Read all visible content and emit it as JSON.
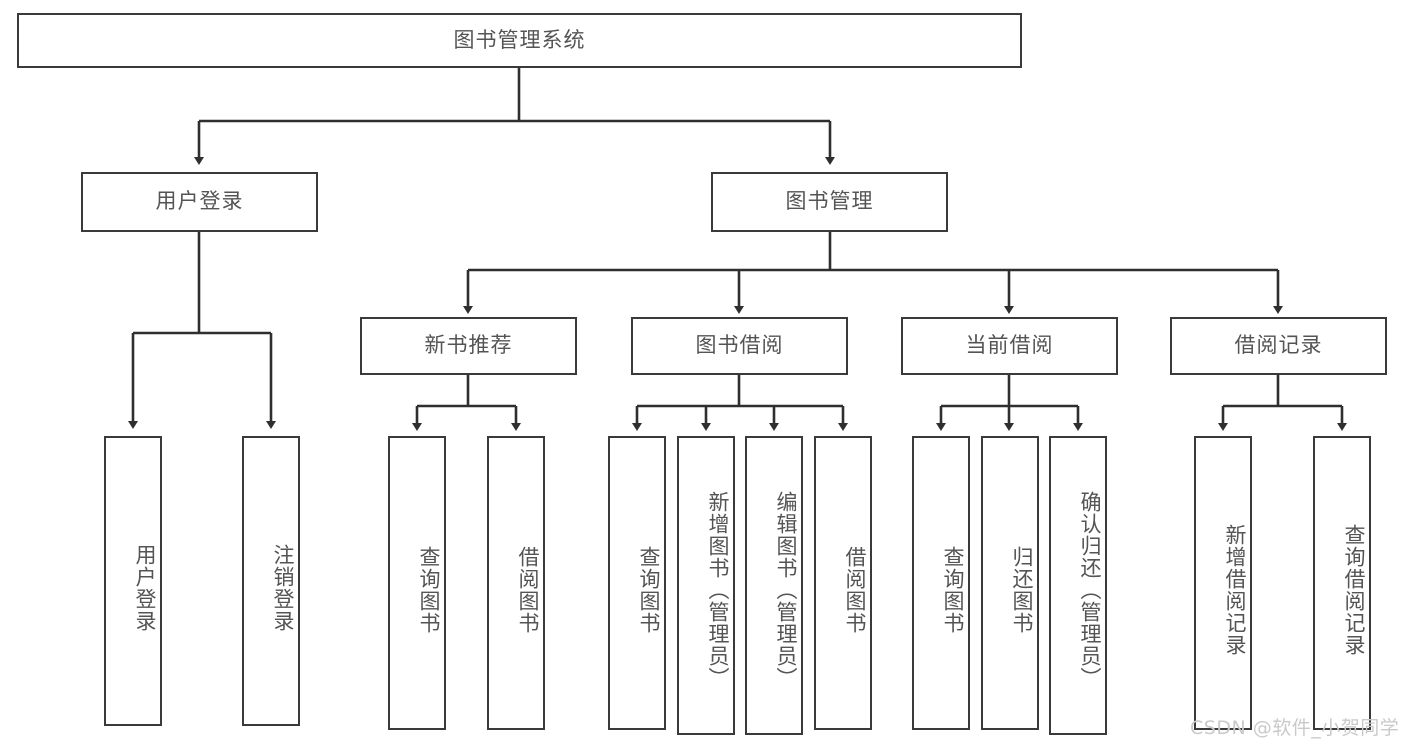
{
  "diagram": {
    "title": "图书管理系统",
    "watermark": "CSDN @软件_小贺同学",
    "line_color": "#3a3a3a",
    "text_color": "#545454",
    "background": "#ffffff",
    "nodes": {
      "root": "图书管理系统",
      "level1": {
        "user_login": "用户登录",
        "book_management": "图书管理"
      },
      "level2": {
        "new_book_recommend": "新书推荐",
        "book_borrow": "图书借阅",
        "current_borrow": "当前借阅",
        "borrow_record": "借阅记录"
      },
      "leaves": {
        "user_login_leaf": "用户登录",
        "logout_leaf": "注销登录",
        "rec_query_book": "查询图书",
        "rec_borrow_book": "借阅图书",
        "borrow_query_book": "查询图书",
        "borrow_add_book": "新增图书（管理员）",
        "borrow_edit_book": "编辑图书（管理员）",
        "borrow_borrow_book": "借阅图书",
        "current_query_book": "查询图书",
        "current_return_book": "归还图书",
        "current_confirm_return": "确认归还（管理员）",
        "record_add": "新增借阅记录",
        "record_query": "查询借阅记录"
      }
    }
  }
}
